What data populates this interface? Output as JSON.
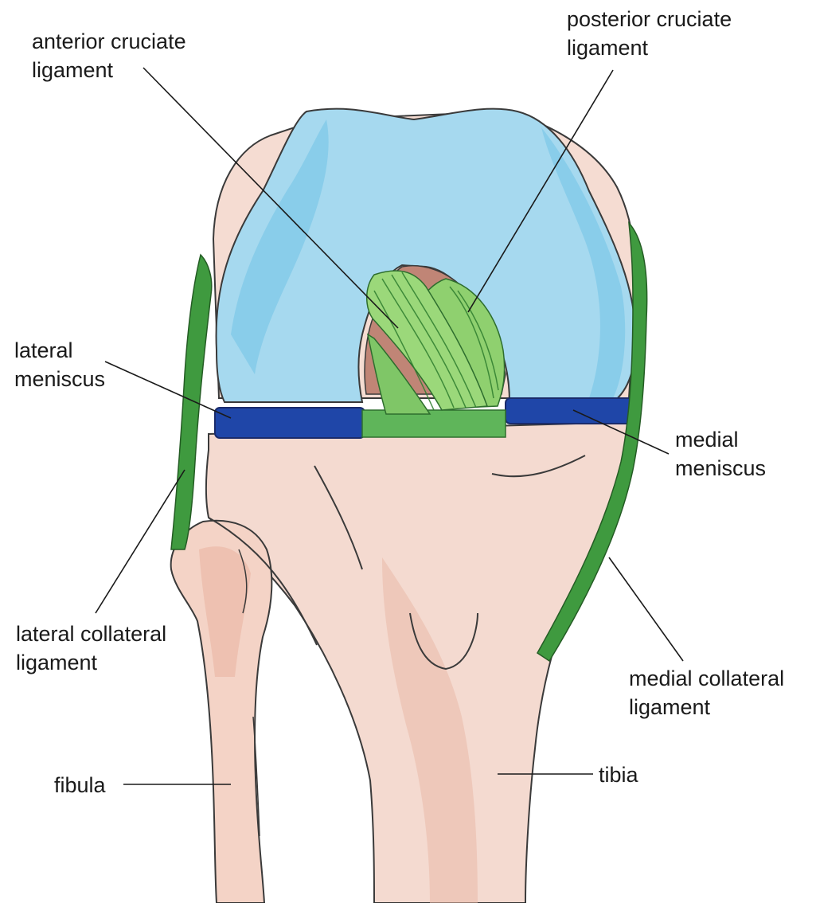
{
  "colors": {
    "femur": "#9fd4ea",
    "femur_edge": "#5ab7dc",
    "bone": "#f3d8cc",
    "bone_shade": "#e9b8a6",
    "ligament": "#3f9a3f",
    "ligament_light": "#9bd87a",
    "meniscus": "#1f46a8",
    "outline": "#3a3a3a",
    "cavity": "#b9786b"
  },
  "labels": {
    "acl": {
      "line1": "anterior cruciate",
      "line2": "ligament"
    },
    "pcl": {
      "line1": "posterior cruciate",
      "line2": "ligament"
    },
    "lateral_meniscus": {
      "line1": "lateral",
      "line2": "meniscus"
    },
    "medial_meniscus": {
      "line1": "medial",
      "line2": "meniscus"
    },
    "lcl": {
      "line1": "lateral collateral",
      "line2": "ligament"
    },
    "mcl": {
      "line1": "medial collateral",
      "line2": "ligament"
    },
    "fibula": "fibula",
    "tibia": "tibia"
  }
}
